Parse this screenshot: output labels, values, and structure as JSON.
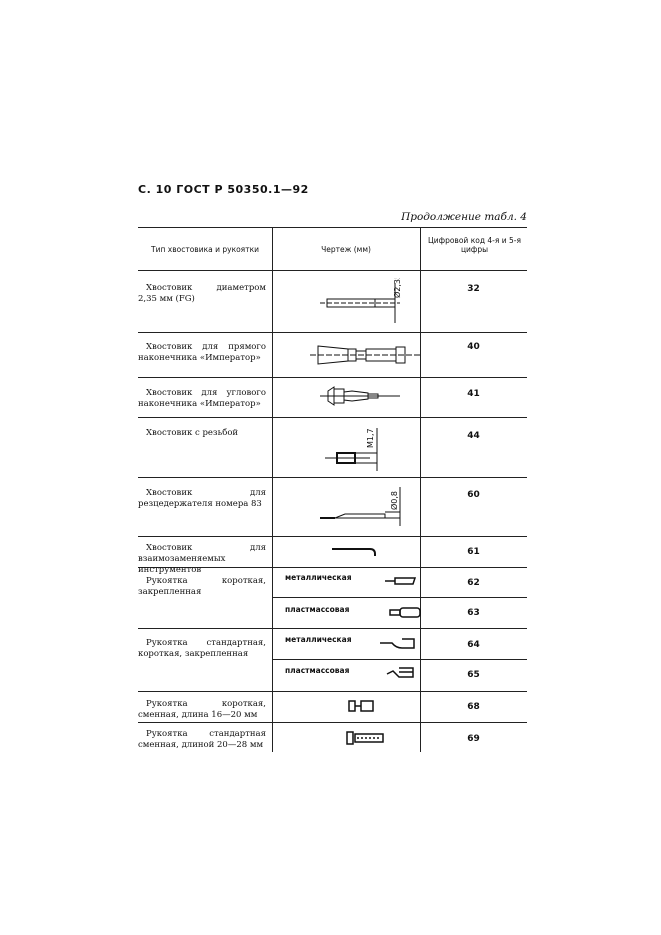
{
  "page_header": "С. 10 ГОСТ Р 50350.1—92",
  "continuation": "Продолжение табл. 4",
  "columns": {
    "type": "Тип хвостовика и рукоятки",
    "drawing": "Чертеж (мм)",
    "code": "Цифровой код 4-я и 5-я цифры"
  },
  "rows": [
    {
      "type": "Хвостовик диаметром 2,35 мм (FG)",
      "dim": "Ø2,35",
      "code": "32"
    },
    {
      "type": "Хвостовик для прямого наконечника «Император»",
      "code": "40"
    },
    {
      "type": "Хвостовик для углового наконечника «Император»",
      "code": "41"
    },
    {
      "type": "Хвостовик с резьбой",
      "dim": "M1,7",
      "code": "44"
    },
    {
      "type": "Хвостовик для резцедержателя номера 83",
      "dim": "Ø0,8",
      "code": "60"
    },
    {
      "type": "Хвостовик для взаимозаменяемых инструментов",
      "code": "61"
    },
    {
      "type": "Рукоятка короткая, закрепленная",
      "sub": [
        {
          "material": "металлическая",
          "code": "62"
        },
        {
          "material": "пластмассовая",
          "code": "63"
        }
      ]
    },
    {
      "type": "Рукоятка стандартная, короткая, закрепленная",
      "sub": [
        {
          "material": "металлическая",
          "code": "64"
        },
        {
          "material": "пластмассовая",
          "code": "65"
        }
      ]
    },
    {
      "type": "Рукоятка короткая, сменная, длина 16—20 мм",
      "code": "68"
    },
    {
      "type": "Рукоятка стандартная сменная, длиной 20—28 мм",
      "code": "69"
    }
  ]
}
